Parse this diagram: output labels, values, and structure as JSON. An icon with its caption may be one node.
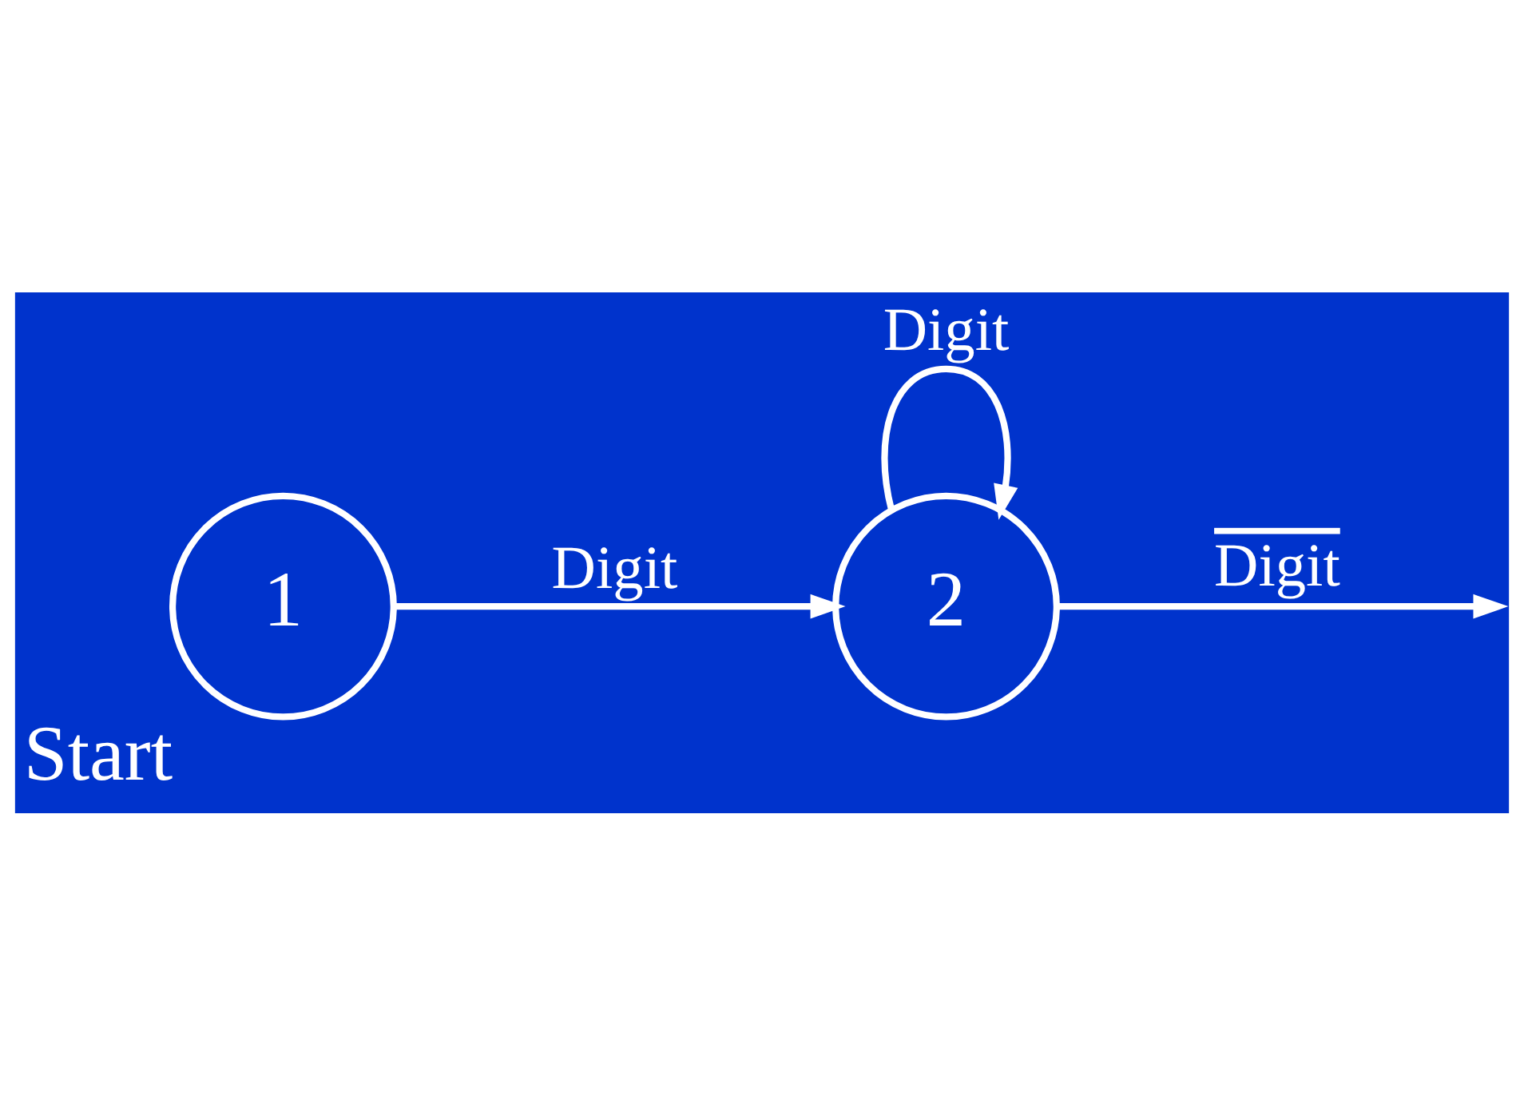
{
  "diagram": {
    "nodes": [
      {
        "text": [
          "1"
        ],
        "beside": [
          "Start"
        ]
      },
      {
        "text": [
          "2"
        ]
      }
    ],
    "edges": [
      {
        "from": 0,
        "to": 1,
        "arrow": "to",
        "label": "Digit"
      },
      {
        "from": 1,
        "to": 1,
        "arrow": "to",
        "label": "Digit"
      },
      {
        "from": 1,
        "to": null,
        "arrow": "to",
        "label": "Digit"
      }
    ]
  }
}
